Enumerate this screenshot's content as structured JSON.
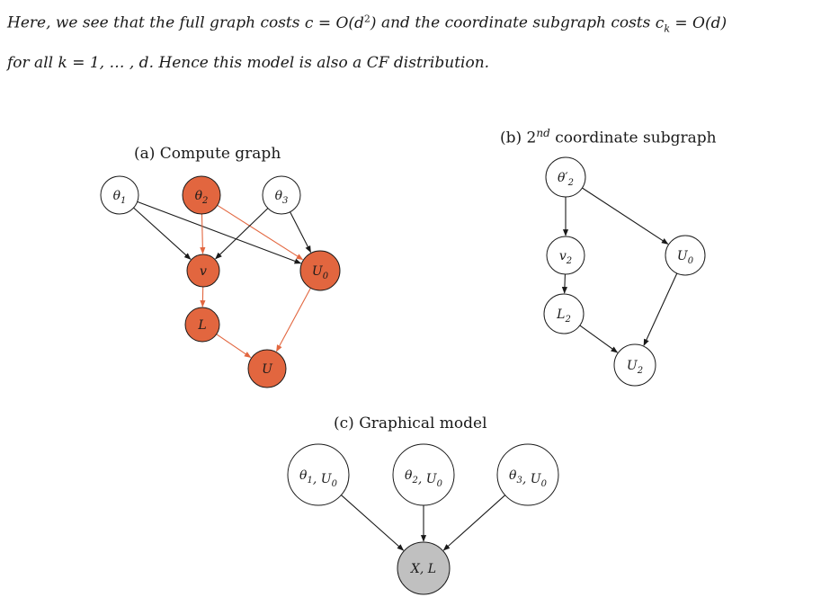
{
  "paragraph": {
    "line1": {
      "t1": "Here, we see that the full graph costs ",
      "m1": "c = O(d",
      "m1_sup": "2",
      "m1_end": ")",
      "t2": " and the coordinate subgraph costs ",
      "m2": "c",
      "m2_sub": "k",
      "m2_end": " = O(d)"
    },
    "line2": {
      "t1": "for all ",
      "m1": "k = 1, … , d",
      "t2": ". Hence this model is also a CF distribution."
    }
  },
  "figures": {
    "a": {
      "caption": "(a) Compute graph",
      "nodes": [
        {
          "main": "θ",
          "sub": "1",
          "shaded": false
        },
        {
          "main": "θ",
          "sub": "2",
          "shaded": true
        },
        {
          "main": "θ",
          "sub": "3",
          "shaded": false
        },
        {
          "main": "v",
          "sub": "",
          "shaded": true
        },
        {
          "main": "U",
          "sub": "0",
          "shaded": true
        },
        {
          "main": "L",
          "sub": "",
          "shaded": true
        },
        {
          "main": "U",
          "sub": "",
          "shaded": true
        }
      ],
      "edges": [
        {
          "from": 0,
          "to": 3,
          "highlight": false
        },
        {
          "from": 0,
          "to": 4,
          "highlight": false
        },
        {
          "from": 1,
          "to": 3,
          "highlight": true
        },
        {
          "from": 1,
          "to": 4,
          "highlight": true
        },
        {
          "from": 2,
          "to": 3,
          "highlight": false
        },
        {
          "from": 2,
          "to": 4,
          "highlight": false
        },
        {
          "from": 3,
          "to": 5,
          "highlight": true
        },
        {
          "from": 5,
          "to": 6,
          "highlight": true
        },
        {
          "from": 4,
          "to": 6,
          "highlight": true
        }
      ]
    },
    "b": {
      "caption_prefix": "(b) 2",
      "caption_sup": "nd",
      "caption_suffix": " coordinate subgraph",
      "nodes": [
        {
          "main": "θ′",
          "sub": "2",
          "shaded": false
        },
        {
          "main": "v",
          "sub": "2",
          "shaded": false
        },
        {
          "main": "U",
          "sub": "0",
          "shaded": false
        },
        {
          "main": "L",
          "sub": "2",
          "shaded": false
        },
        {
          "main": "U",
          "sub": "2",
          "shaded": false
        }
      ],
      "edges": [
        {
          "from": 0,
          "to": 1,
          "highlight": false
        },
        {
          "from": 0,
          "to": 2,
          "highlight": false
        },
        {
          "from": 1,
          "to": 3,
          "highlight": false
        },
        {
          "from": 3,
          "to": 4,
          "highlight": false
        },
        {
          "from": 2,
          "to": 4,
          "highlight": false
        }
      ]
    },
    "c": {
      "caption": "(c) Graphical model",
      "nodes": [
        {
          "main": "θ",
          "sub": "1",
          "tail": ", U",
          "tail_sub": "0",
          "shaded": false
        },
        {
          "main": "θ",
          "sub": "2",
          "tail": ", U",
          "tail_sub": "0",
          "shaded": false
        },
        {
          "main": "θ",
          "sub": "3",
          "tail": ", U",
          "tail_sub": "0",
          "shaded": false
        },
        {
          "main": "X, L",
          "sub": "",
          "tail": "",
          "tail_sub": "",
          "shaded": true
        }
      ],
      "edges": [
        {
          "from": 0,
          "to": 3,
          "highlight": false
        },
        {
          "from": 1,
          "to": 3,
          "highlight": false
        },
        {
          "from": 2,
          "to": 3,
          "highlight": false
        }
      ]
    }
  },
  "colors": {
    "accent": "#e2663f",
    "observed": "#c0c0c0",
    "edge": "#1a1a1a",
    "node_stroke": "#1a1a1a"
  }
}
